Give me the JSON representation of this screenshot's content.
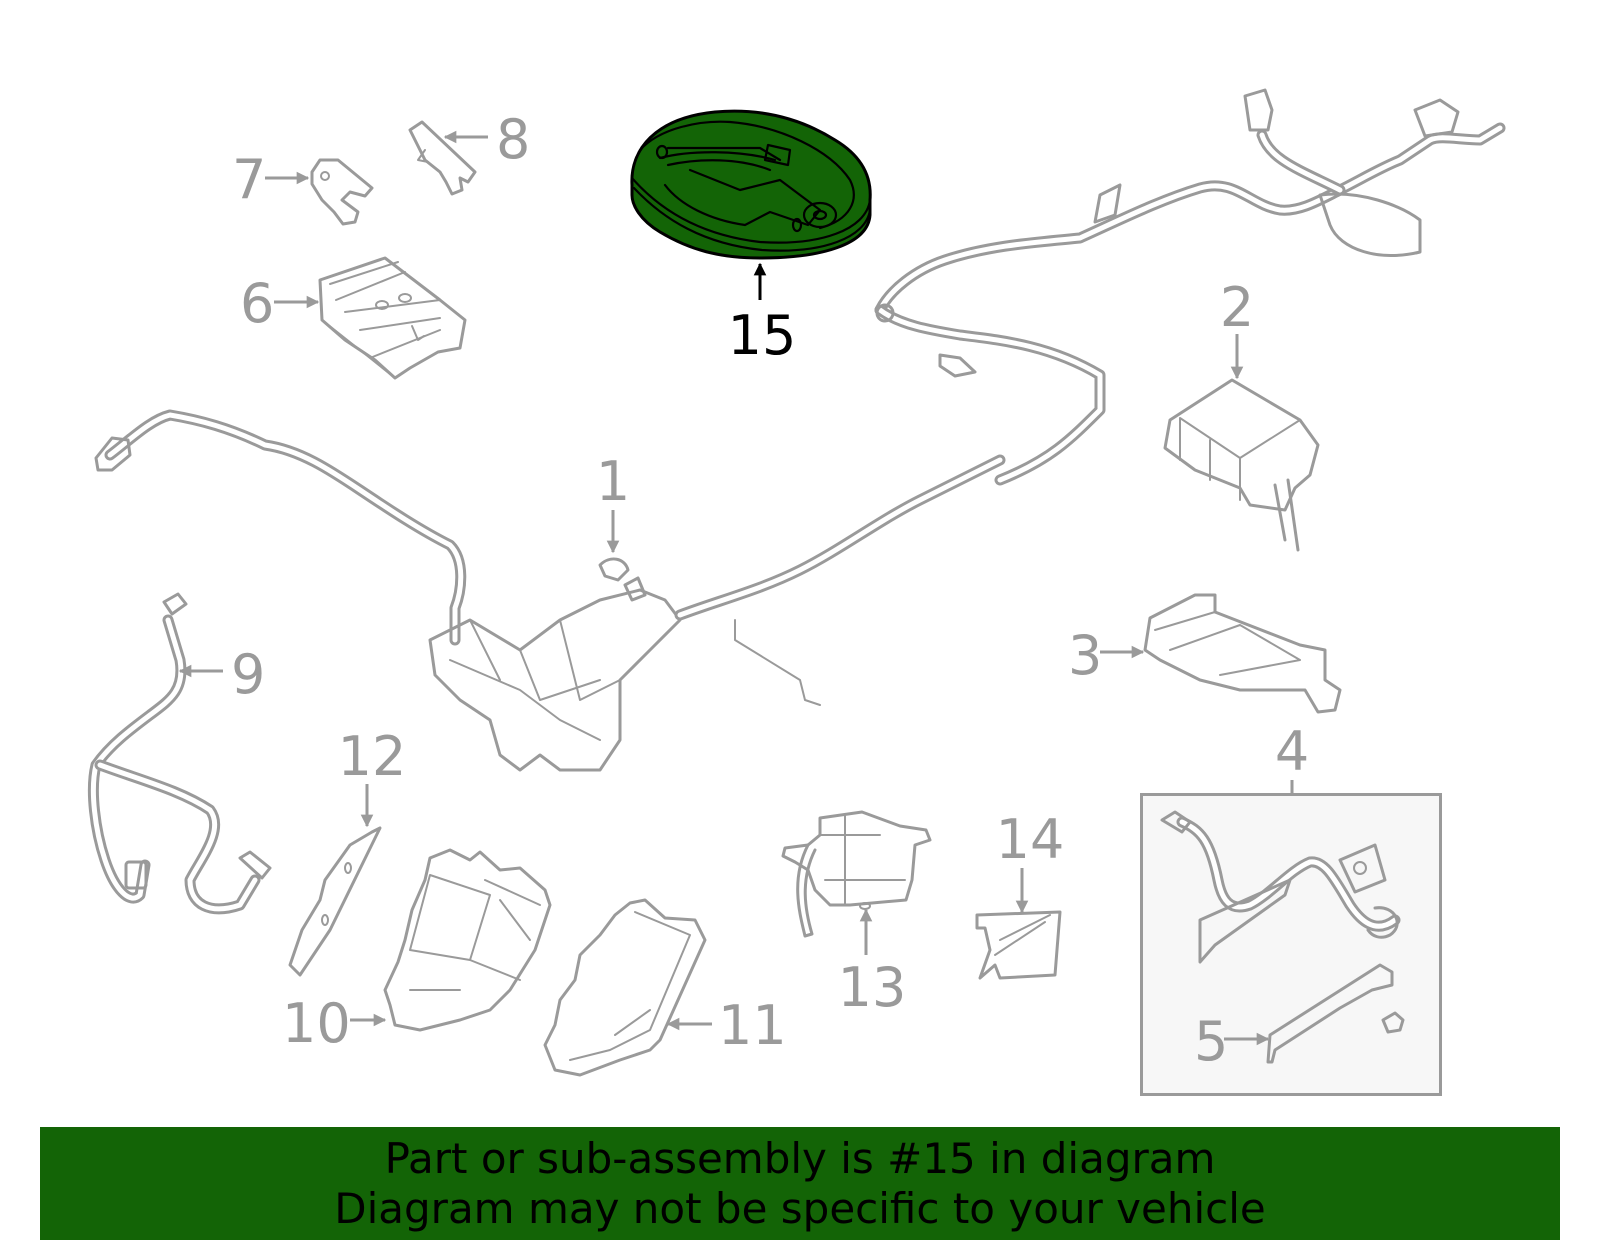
{
  "diagram": {
    "highlighted_part": "15",
    "highlight_color": "#136406",
    "line_color": "#9a9a9a",
    "callouts": [
      {
        "id": "1",
        "label": "1"
      },
      {
        "id": "2",
        "label": "2"
      },
      {
        "id": "3",
        "label": "3"
      },
      {
        "id": "4",
        "label": "4"
      },
      {
        "id": "5",
        "label": "5"
      },
      {
        "id": "6",
        "label": "6"
      },
      {
        "id": "7",
        "label": "7"
      },
      {
        "id": "8",
        "label": "8"
      },
      {
        "id": "9",
        "label": "9"
      },
      {
        "id": "10",
        "label": "10"
      },
      {
        "id": "11",
        "label": "11"
      },
      {
        "id": "12",
        "label": "12"
      },
      {
        "id": "13",
        "label": "13"
      },
      {
        "id": "14",
        "label": "14"
      },
      {
        "id": "15",
        "label": "15"
      }
    ]
  },
  "banner": {
    "line1": "Part or sub-assembly is #15 in diagram",
    "line2": "Diagram may not be specific to your vehicle",
    "background": "#136406"
  }
}
